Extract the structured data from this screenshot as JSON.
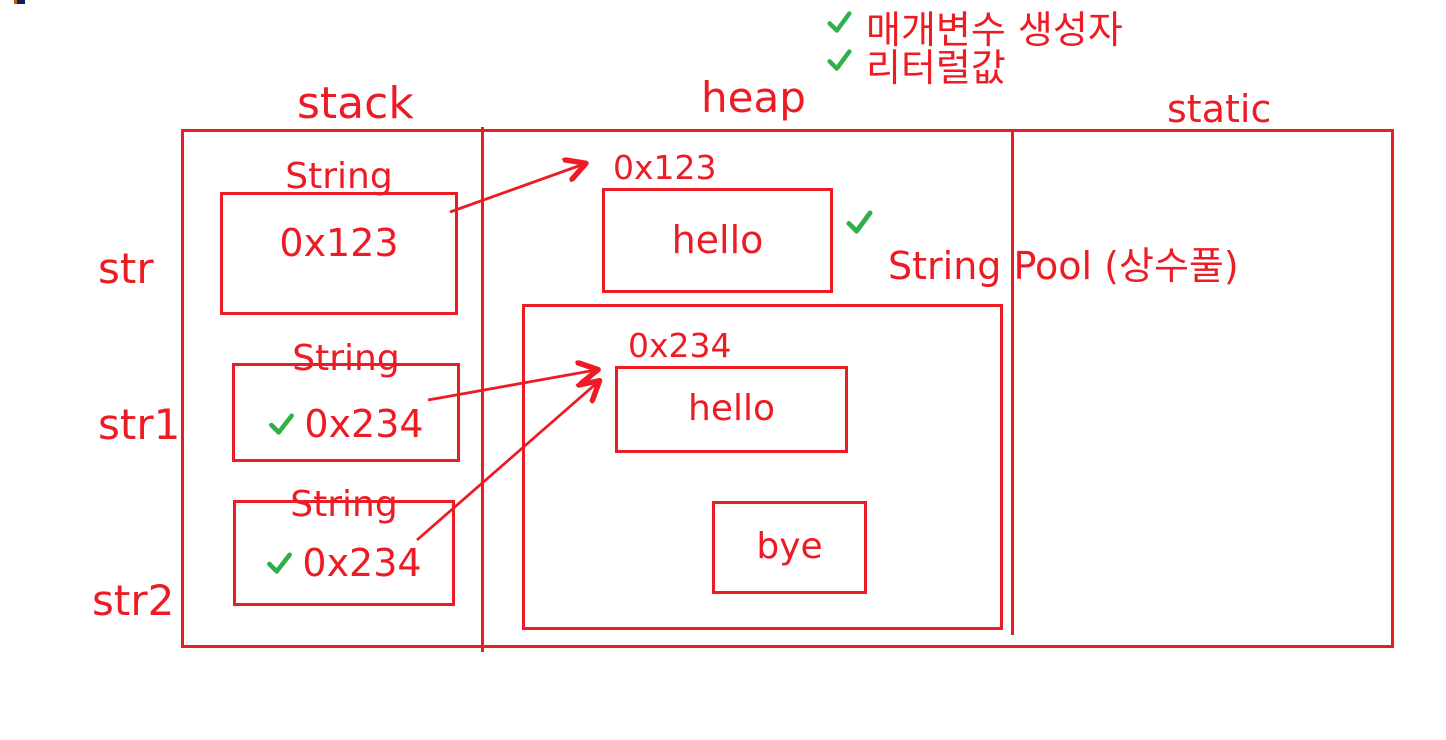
{
  "annotations": {
    "items": [
      {
        "icon": "check",
        "label": "매개변수 생성자"
      },
      {
        "icon": "check",
        "label": "리터럴값"
      }
    ]
  },
  "regions": {
    "stack_label": "stack",
    "heap_label": "heap",
    "static_label": "static"
  },
  "stack": {
    "variables": [
      {
        "name": "str",
        "type_label": "String",
        "value": "0x123",
        "checked": false
      },
      {
        "name": "str1",
        "type_label": "String",
        "value": "0x234",
        "checked": true
      },
      {
        "name": "str2",
        "type_label": "String",
        "value": "0x234",
        "checked": true
      }
    ]
  },
  "heap": {
    "object": {
      "address": "0x123",
      "value": "hello",
      "checked": true
    },
    "string_pool": {
      "label": "String Pool (상수풀)",
      "address": "0x234",
      "objects": [
        {
          "value": "hello"
        },
        {
          "value": "bye"
        }
      ]
    }
  },
  "colors": {
    "line_red": "#ed1c24",
    "check_green": "#2fb04a"
  }
}
